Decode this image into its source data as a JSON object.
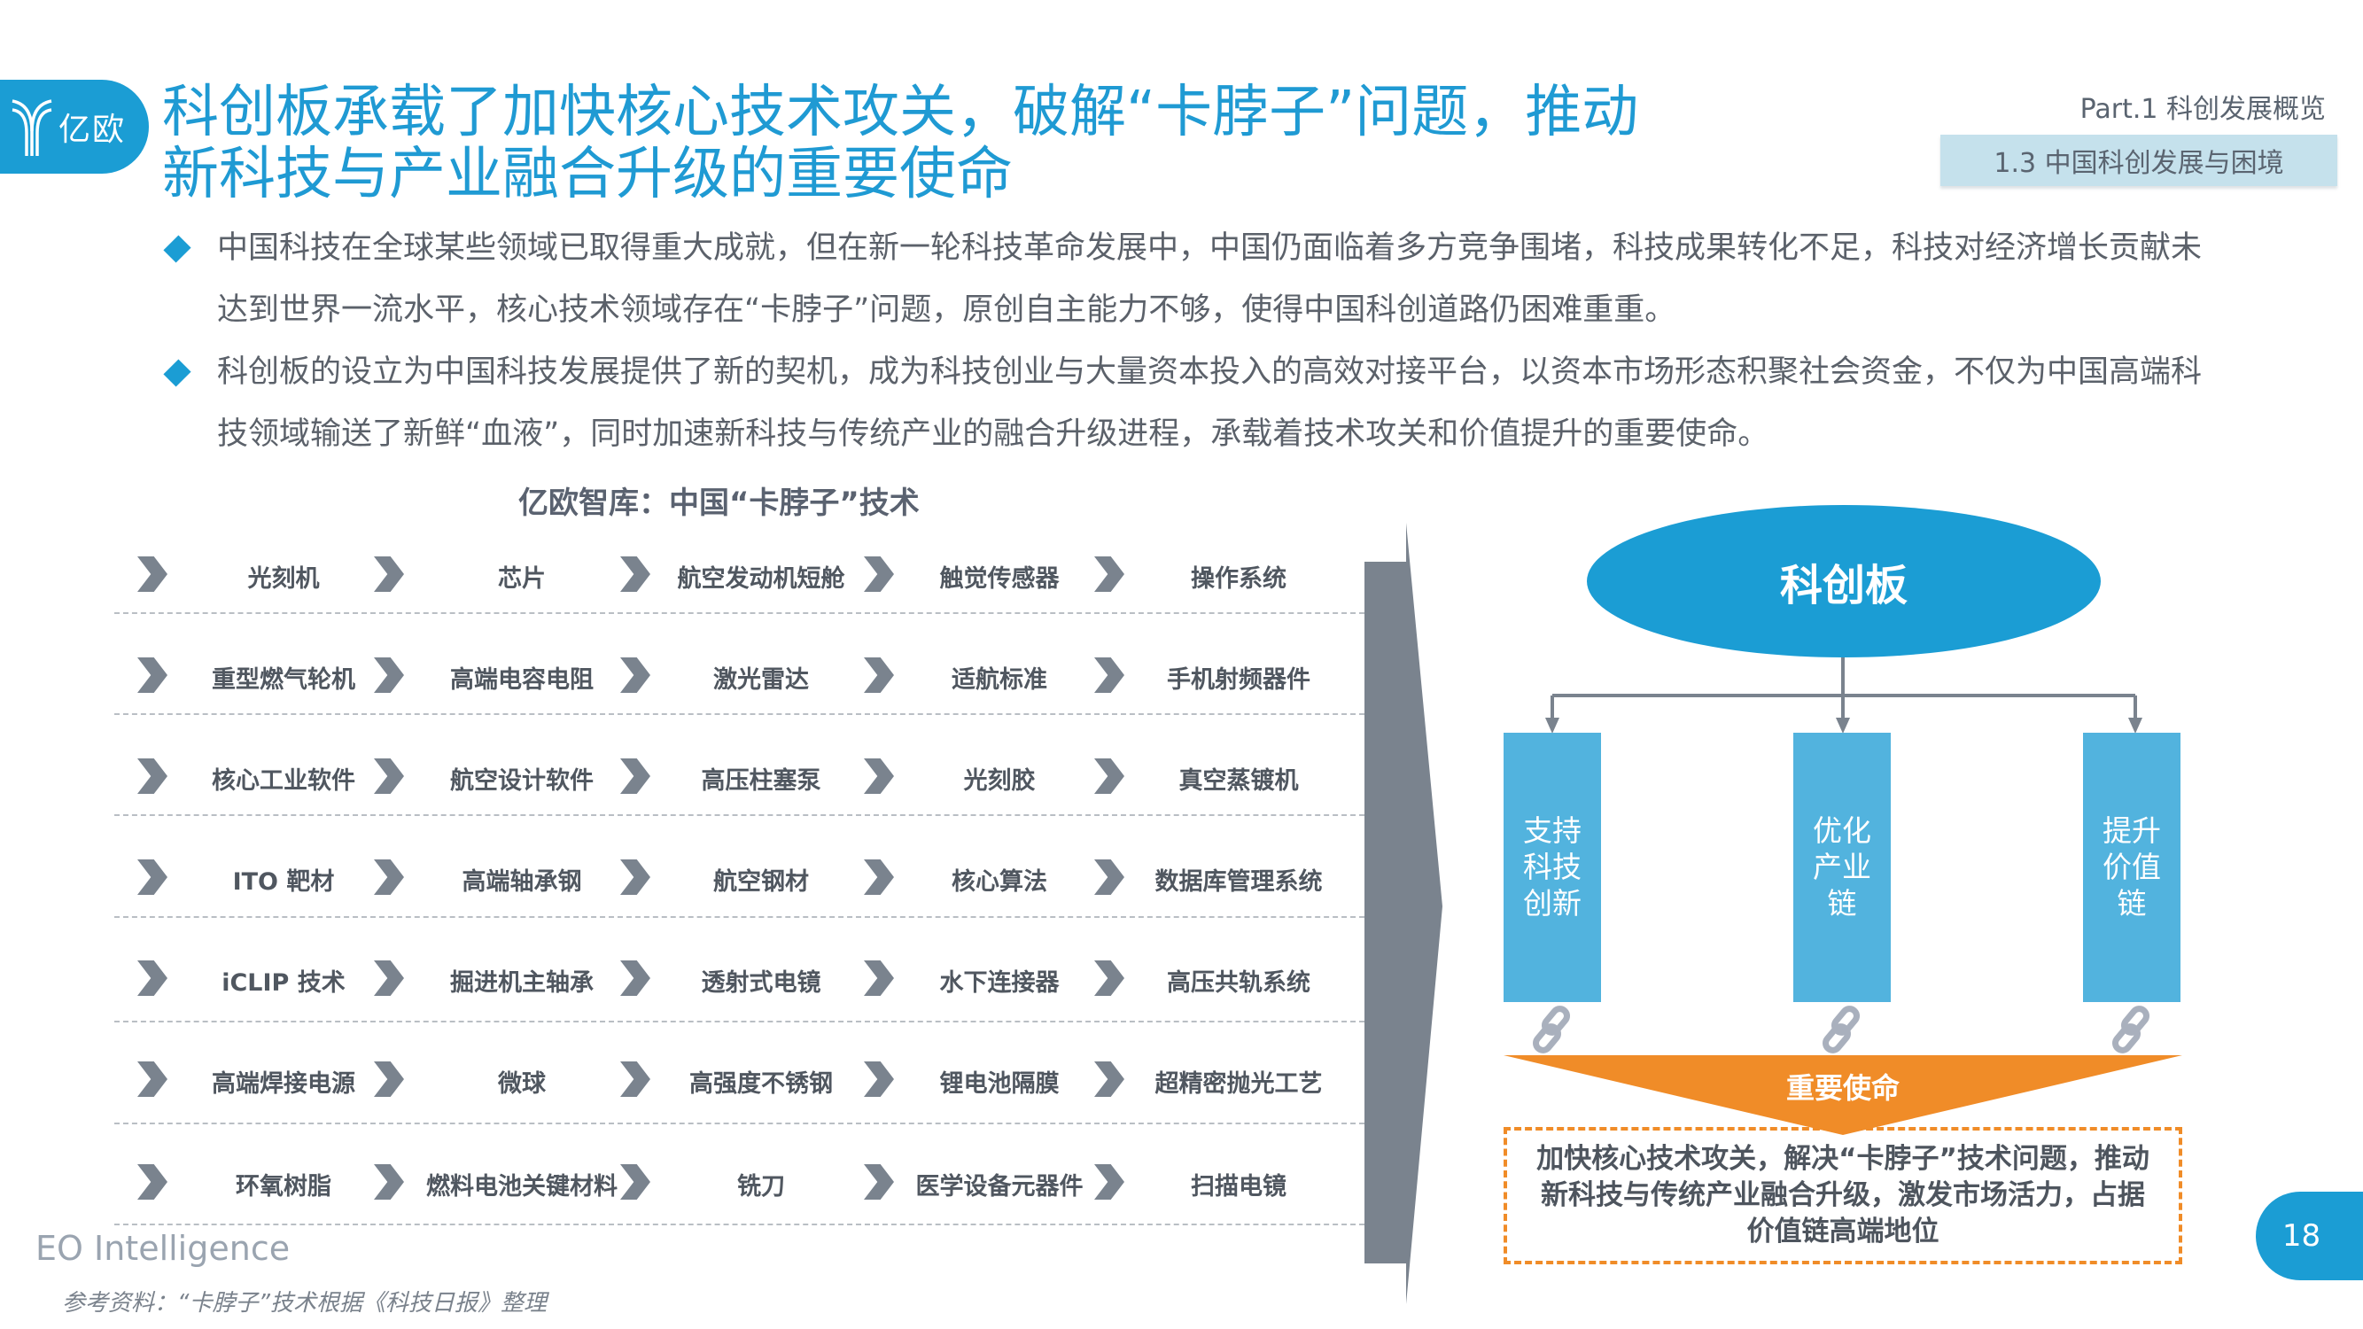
{
  "logo": {
    "text": "亿欧",
    "icon": "eo-logo-icon"
  },
  "header": {
    "title_line1": "科创板承载了加快核心技术攻关，破解“卡脖子”问题，推动",
    "title_line2": "新科技与产业融合升级的重要使命",
    "part_label": "Part.1 科创发展概览",
    "section_label": "1.3 中国科创发展与困境"
  },
  "bullets": [
    {
      "text": "中国科技在全球某些领域已取得重大成就，但在新一轮科技革命发展中，中国仍面临着多方竞争围堵，科技成果转化不足，科技对经济增长贡献未达到世界一流水平，核心技术领域存在“卡脖子”问题，原创自主能力不够，使得中国科创道路仍困难重重。"
    },
    {
      "text": "科创板的设立为中国科技发展提供了新的契机，成为科技创业与大量资本投入的高效对接平台，以资本市场形态积聚社会资金，不仅为中国高端科技领域输送了新鲜“血液”，同时加速新科技与传统产业的融合升级进程，承载着技术攻关和价值提升的重要使命。"
    }
  ],
  "grid": {
    "title": "亿欧智库：中国“卡脖子”技术",
    "rows": [
      [
        "光刻机",
        "芯片",
        "航空发动机短舱",
        "触觉传感器",
        "操作系统"
      ],
      [
        "重型燃气轮机",
        "高端电容电阻",
        "激光雷达",
        "适航标准",
        "手机射频器件"
      ],
      [
        "核心工业软件",
        "航空设计软件",
        "高压柱塞泵",
        "光刻胶",
        "真空蒸镀机"
      ],
      [
        "ITO 靶材",
        "高端轴承钢",
        "航空钢材",
        "核心算法",
        "数据库管理系统"
      ],
      [
        "iCLIP 技术",
        "掘进机主轴承",
        "透射式电镜",
        "水下连接器",
        "高压共轨系统"
      ],
      [
        "高端焊接电源",
        "微球",
        "高强度不锈钢",
        "锂电池隔膜",
        "超精密抛光工艺"
      ],
      [
        "环氧树脂",
        "燃料电池关键材料",
        "铣刀",
        "医学设备元器件",
        "扫描电镜"
      ]
    ]
  },
  "diagram": {
    "center": "科创板",
    "boxes": [
      "支持科技创新",
      "优化产业链",
      "提升价值链"
    ],
    "mission_label": "重要使命",
    "mission_text": "加快核心技术攻关，解决“卡脖子”技术问题，推动新科技与传统产业融合升级，激发市场活力，占据价值链高端地位"
  },
  "footer": {
    "brand": "EO Intelligence",
    "source": "参考资料：“卡脖子”技术根据《科技日报》整理",
    "page_number": "18"
  },
  "colors": {
    "brand_blue": "#1b9dd4",
    "box_blue": "#52b3de",
    "orange": "#f08c28",
    "gray": "#7a838e"
  }
}
